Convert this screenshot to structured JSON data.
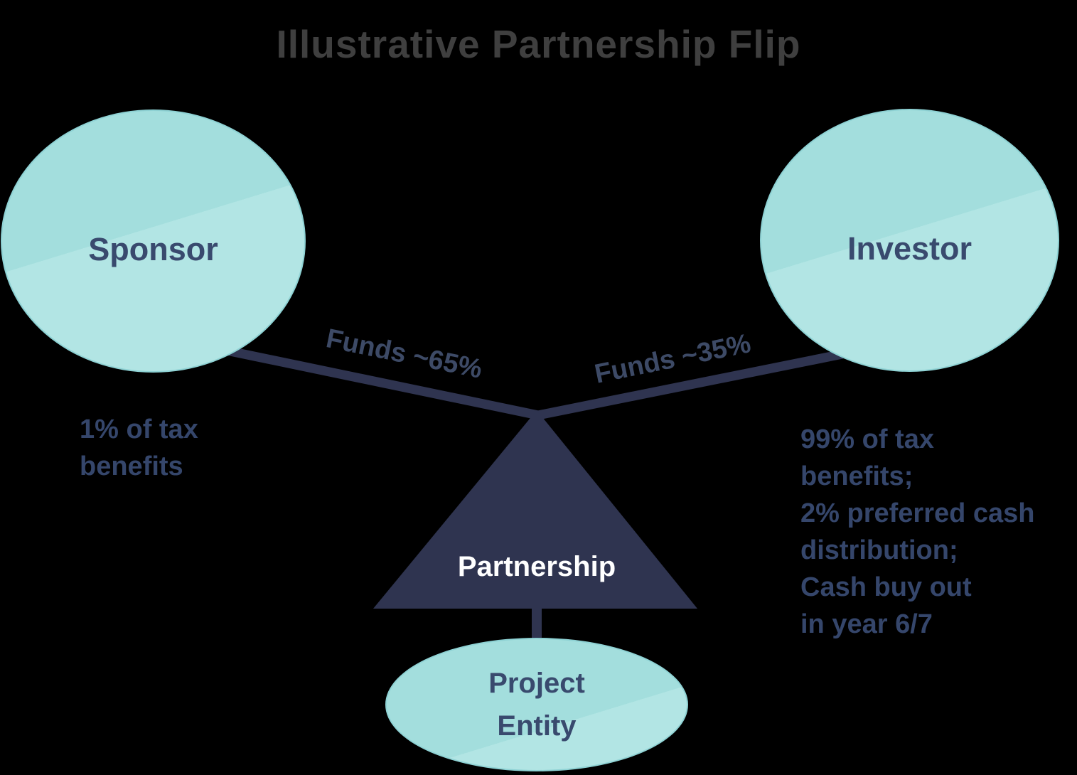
{
  "title": "Illustrative Partnership Flip",
  "nodes": {
    "sponsor": {
      "label": "Sponsor"
    },
    "investor": {
      "label": "Investor"
    },
    "partnership": {
      "label": "Partnership"
    },
    "project_entity": {
      "label": "Project\nEntity"
    }
  },
  "edges": {
    "sponsor_to_partnership": {
      "label": "Funds ~65%"
    },
    "investor_to_partnership": {
      "label": "Funds ~35%"
    }
  },
  "annotations": {
    "sponsor_note": "1% of tax\nbenefits",
    "investor_note": "99% of tax\nbenefits;\n2% preferred cash\ndistribution;\nCash buy out\nin year 6/7"
  },
  "colors": {
    "background": "#000000",
    "title_text": "#3f3f3f",
    "node_fill_light": "#b2e5e4",
    "node_fill_dark": "#a3dedd",
    "node_rim": "#8ed2d4",
    "connector_navy": "#2f3450",
    "node_label_navy": "#394a6e",
    "edge_label_navy": "#3d4a66",
    "note_navy": "#35466b",
    "partnership_label_white": "#ffffff"
  }
}
